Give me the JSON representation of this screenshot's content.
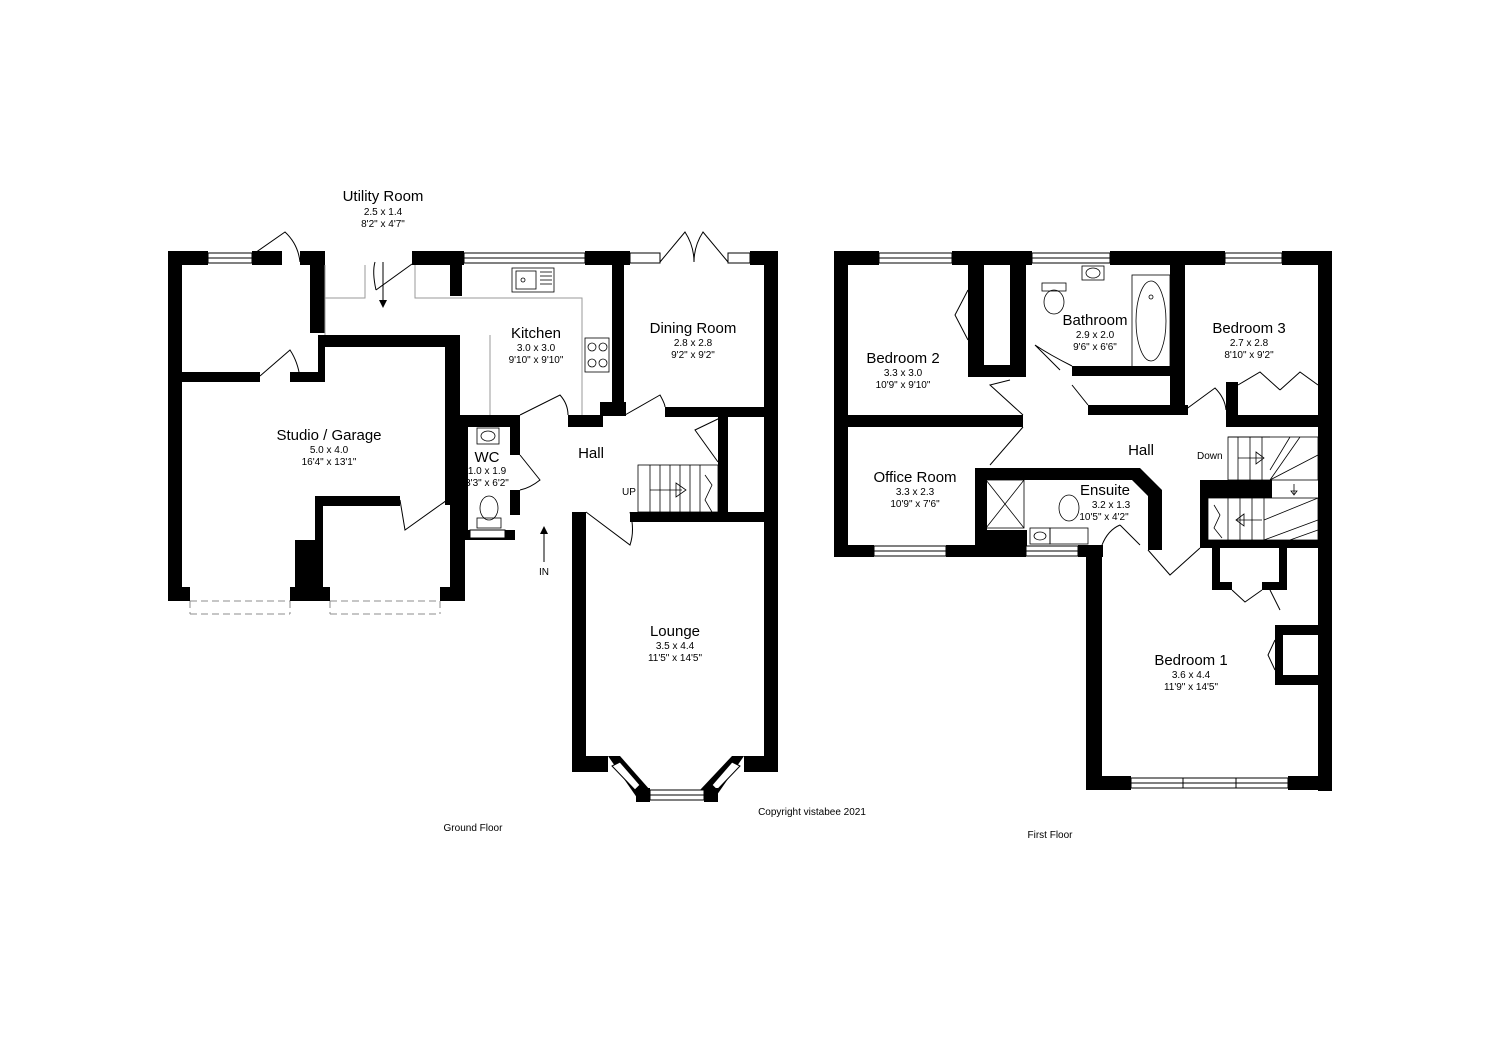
{
  "ground_floor": {
    "label": "Ground Floor",
    "rooms": {
      "utility": {
        "name": "Utility Room",
        "metric": "2.5 x 1.4",
        "imperial": "8'2\" x 4'7\""
      },
      "kitchen": {
        "name": "Kitchen",
        "metric": "3.0 x 3.0",
        "imperial": "9'10\" x 9'10\""
      },
      "dining": {
        "name": "Dining Room",
        "metric": "2.8 x 2.8",
        "imperial": "9'2\" x 9'2\""
      },
      "studio": {
        "name": "Studio / Garage",
        "metric": "5.0 x 4.0",
        "imperial": "16'4\" x 13'1\""
      },
      "wc": {
        "name": "WC",
        "metric": "1.0 x 1.9",
        "imperial": "3'3\" x 6'2\""
      },
      "hall": {
        "name": "Hall"
      },
      "lounge": {
        "name": "Lounge",
        "metric": "3.5 x 4.4",
        "imperial": "11'5\" x 14'5\""
      }
    },
    "stairs_label": "UP",
    "entrance_label": "IN"
  },
  "first_floor": {
    "label": "First Floor",
    "rooms": {
      "bedroom2": {
        "name": "Bedroom 2",
        "metric": "3.3 x 3.0",
        "imperial": "10'9\" x 9'10\""
      },
      "bathroom": {
        "name": "Bathroom",
        "metric": "2.9 x 2.0",
        "imperial": "9'6\" x 6'6\""
      },
      "bedroom3": {
        "name": "Bedroom 3",
        "metric": "2.7 x 2.8",
        "imperial": "8'10\" x 9'2\""
      },
      "hall": {
        "name": "Hall"
      },
      "office": {
        "name": "Office Room",
        "metric": "3.3 x 2.3",
        "imperial": "10'9\" x 7'6\""
      },
      "ensuite": {
        "name": "Ensuite",
        "metric": "3.2 x 1.3",
        "imperial": "10'5\" x 4'2\""
      },
      "bedroom1": {
        "name": "Bedroom 1",
        "metric": "3.6 x 4.4",
        "imperial": "11'9\" x 14'5\""
      }
    },
    "stairs_label": "Down"
  },
  "copyright": "Copyright vistabee 2021"
}
